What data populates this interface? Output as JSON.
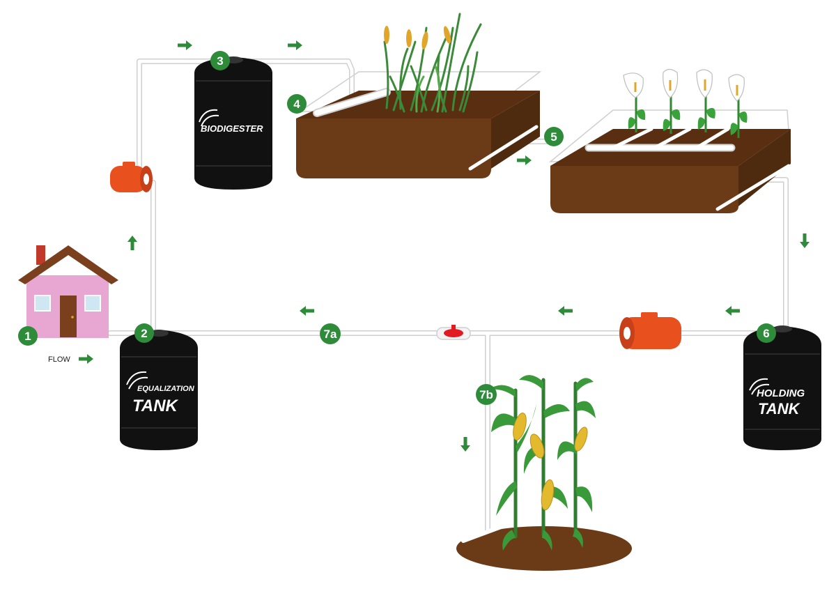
{
  "steps": {
    "s1": "1",
    "s2": "2",
    "s3": "3",
    "s4": "4",
    "s5": "5",
    "s6": "6",
    "s7a": "7a",
    "s7b": "7b"
  },
  "tanks": {
    "biodigester": "BIODIGESTER",
    "equalization_top": "EQUALIZATION",
    "equalization_bottom": "TANK",
    "holding_top": "HOLDING",
    "holding_bottom": "TANK"
  },
  "legend": {
    "flow_label": "FLOW"
  },
  "colors": {
    "badge": "#2e8b3a",
    "arrow": "#2e8b3a",
    "pipe": "#ffffff",
    "pipe_outline": "#d2d2d2",
    "tank": "#111111",
    "pump": "#e8501e",
    "valve": "#e21b23",
    "soil": "#6b3a17",
    "house_wall": "#e8a6d3",
    "house_roof": "#7a3f1c",
    "reed_leaf": "#3a8a3a",
    "reed_head": "#e0a52a",
    "lily_flower": "#ffffff",
    "corn": "#e3b92d"
  },
  "icons": [
    "house-icon",
    "tank-icon",
    "pump-icon",
    "valve-icon",
    "wetland-icon",
    "reed-icon",
    "lily-icon",
    "corn-icon",
    "flow-arrow-icon"
  ]
}
